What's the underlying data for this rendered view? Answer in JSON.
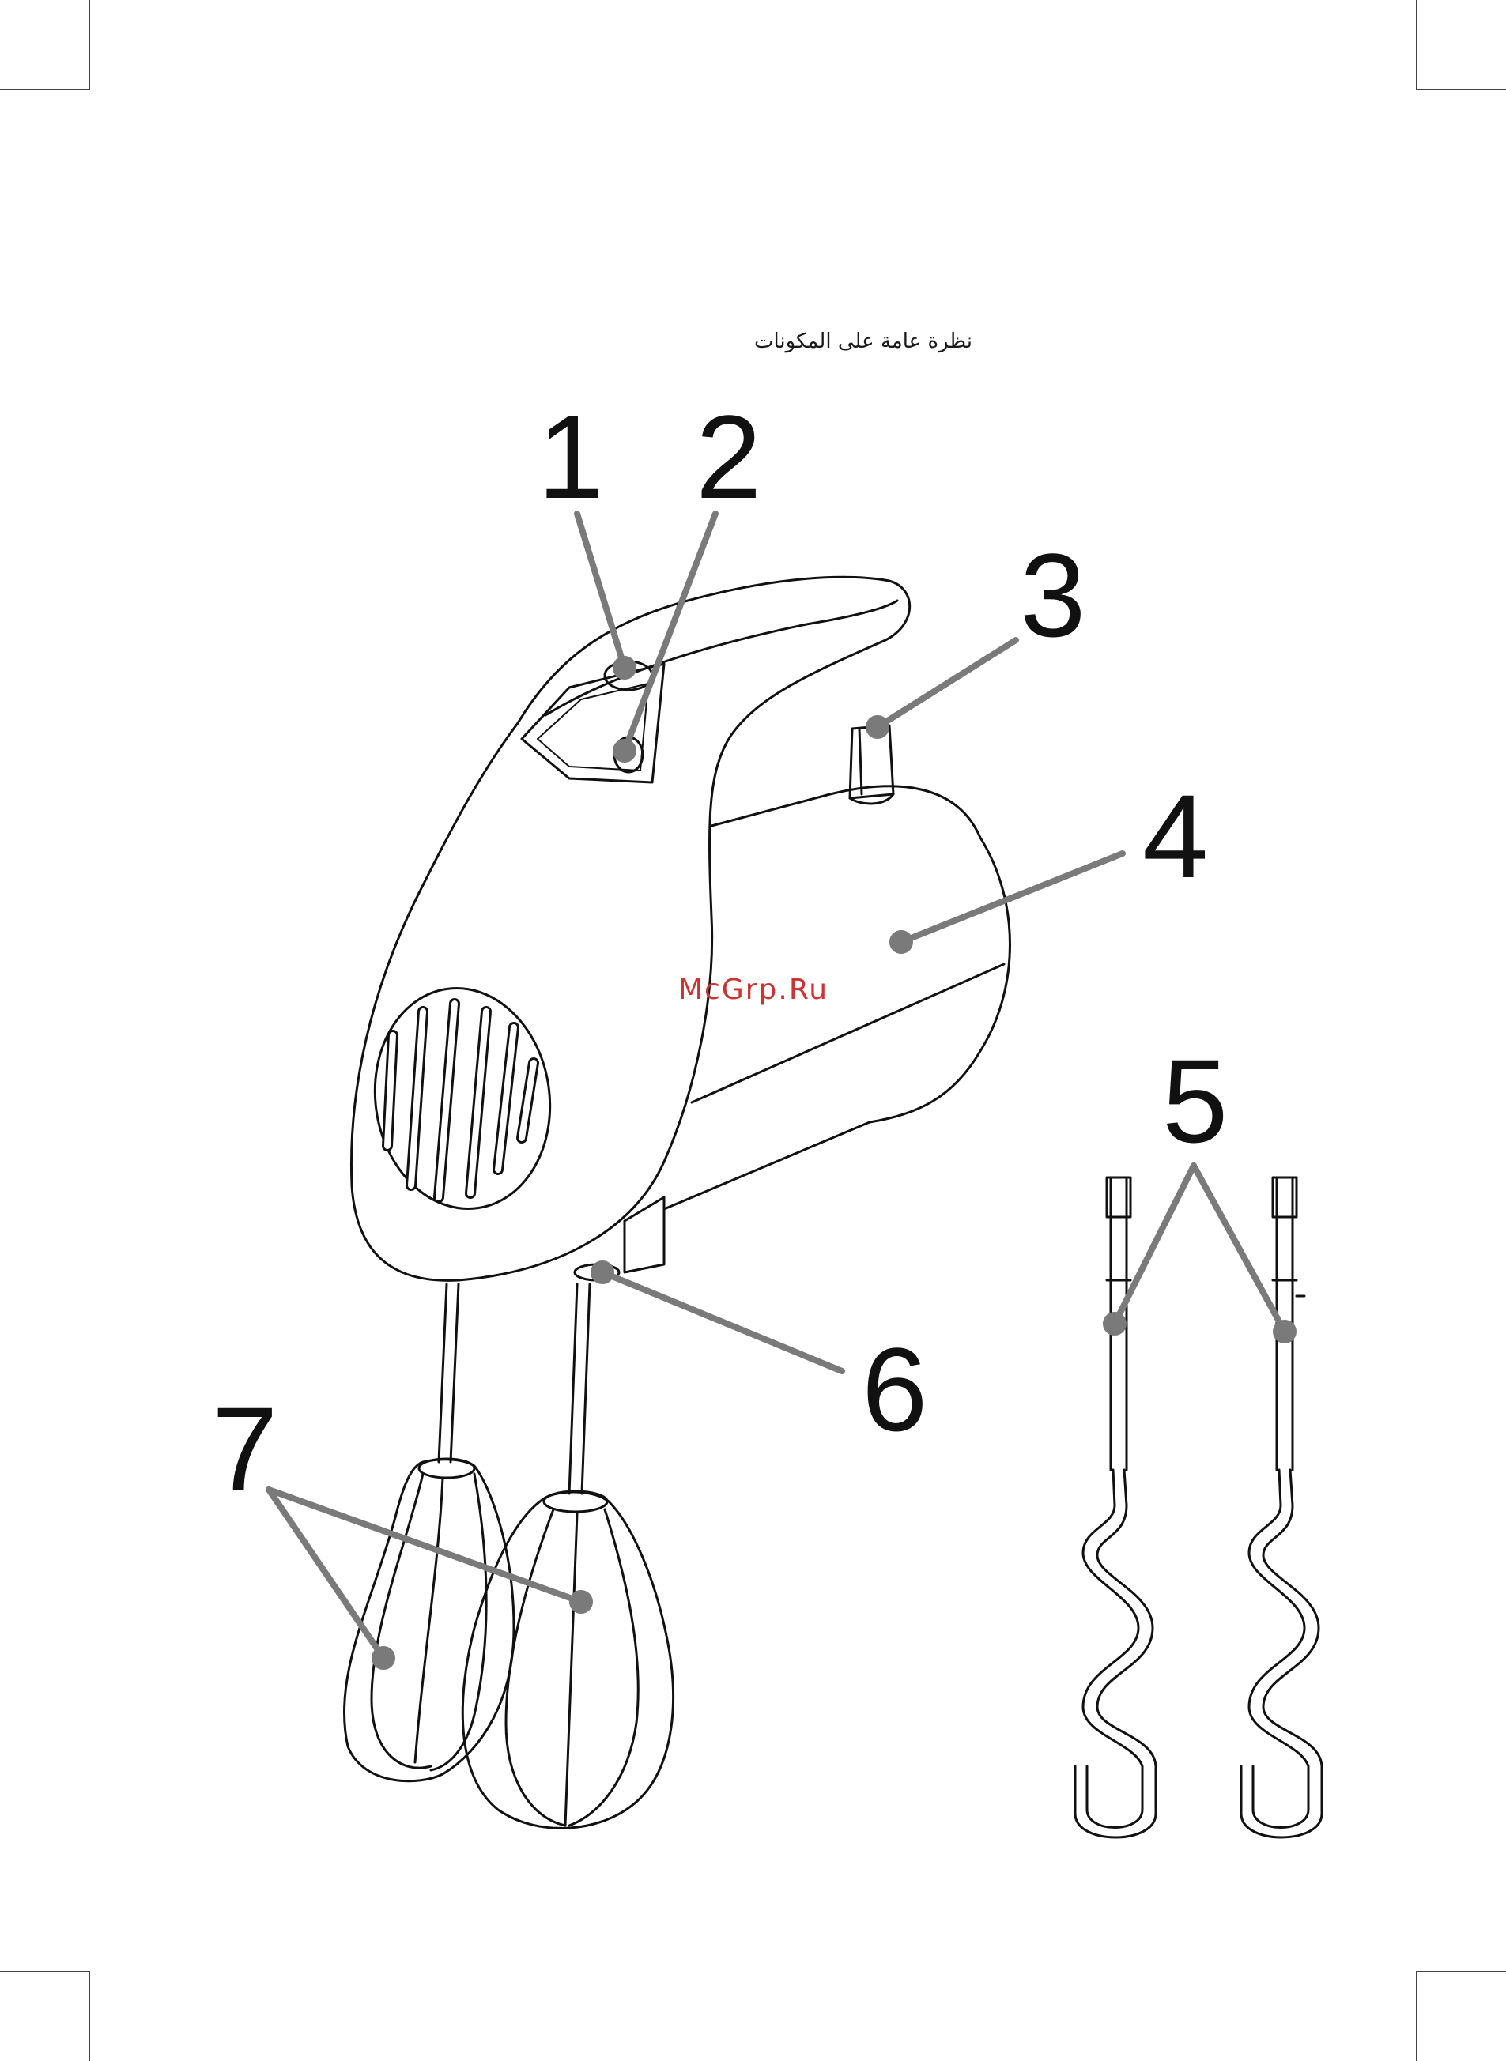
{
  "heading": "نظرة عامة على المكونات",
  "watermark": "McGrp.Ru",
  "callouts": [
    {
      "id": "1",
      "label": "1"
    },
    {
      "id": "2",
      "label": "2"
    },
    {
      "id": "3",
      "label": "3"
    },
    {
      "id": "4",
      "label": "4"
    },
    {
      "id": "5",
      "label": "5"
    },
    {
      "id": "6",
      "label": "6"
    },
    {
      "id": "7",
      "label": "7"
    }
  ],
  "colors": {
    "outline": "#111111",
    "leader": "#7a7a7a",
    "watermark": "#cc3333"
  }
}
